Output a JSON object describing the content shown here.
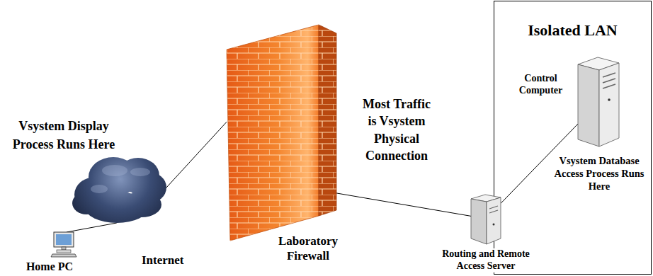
{
  "diagram": {
    "nodes": [
      {
        "text": [
          "Home PC"
        ]
      },
      {
        "text": [
          "Internet"
        ]
      },
      {
        "text": [
          "Laboratory Firewall"
        ]
      },
      {
        "text": [
          "Isolated LAN"
        ]
      },
      {
        "text": [
          "Control Computer"
        ],
        "in": 3
      },
      {
        "text": [
          "Routing and Remote Access Server"
        ],
        "in": 3
      }
    ],
    "edges": [
      {
        "from": 0,
        "to": 1,
        "arrow": "none"
      },
      {
        "from": 1,
        "to": 2,
        "arrow": "none"
      },
      {
        "from": 2,
        "to": 5,
        "arrow": "none"
      },
      {
        "from": 5,
        "to": 4,
        "arrow": "none"
      }
    ],
    "labels": [
      "Vsystem Display Process Runs Here",
      "Most Traffic is Vsystem Physical Connection",
      "Vsystem Database Access Process Runs Here"
    ]
  }
}
